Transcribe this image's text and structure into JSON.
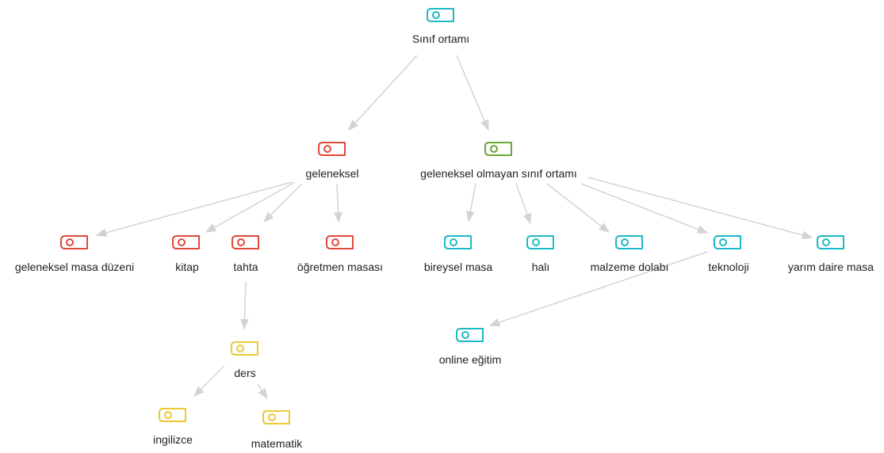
{
  "colors": {
    "edge": "#d3d3d3",
    "red": "#e0493a",
    "green": "#6aa632",
    "cyan": "#1cb9c8",
    "yellow": "#eac932",
    "text": "#222222"
  },
  "nodes": [
    {
      "id": "sinif-ortami",
      "label": "Sınıf ortamı",
      "color": "cyan",
      "icon": "tag-icon"
    },
    {
      "id": "geleneksel",
      "label": "geleneksel",
      "color": "red",
      "icon": "tag-icon"
    },
    {
      "id": "geleneksel-olmayan",
      "label": "geleneksel olmayan sınıf ortamı",
      "color": "green",
      "icon": "tag-icon"
    },
    {
      "id": "geleneksel-masa-duzeni",
      "label": "geleneksel masa düzeni",
      "color": "red",
      "icon": "tag-icon"
    },
    {
      "id": "kitap",
      "label": "kitap",
      "color": "red",
      "icon": "tag-icon"
    },
    {
      "id": "tahta",
      "label": "tahta",
      "color": "red",
      "icon": "tag-icon"
    },
    {
      "id": "ogretmen-masasi",
      "label": "öğretmen masası",
      "color": "red",
      "icon": "tag-icon"
    },
    {
      "id": "bireysel-masa",
      "label": "bireysel masa",
      "color": "cyan",
      "icon": "tag-icon"
    },
    {
      "id": "hali",
      "label": "halı",
      "color": "cyan",
      "icon": "tag-icon"
    },
    {
      "id": "malzeme-dolabi",
      "label": "malzeme dolabı",
      "color": "cyan",
      "icon": "tag-icon"
    },
    {
      "id": "teknoloji",
      "label": "teknoloji",
      "color": "cyan",
      "icon": "tag-icon"
    },
    {
      "id": "yarim-daire-masa",
      "label": "yarım daire masa",
      "color": "cyan",
      "icon": "tag-icon"
    },
    {
      "id": "ders",
      "label": "ders",
      "color": "yellow",
      "icon": "tag-icon"
    },
    {
      "id": "online-egitim",
      "label": "online eğitim",
      "color": "cyan",
      "icon": "tag-icon"
    },
    {
      "id": "ingilizce",
      "label": "ingilizce",
      "color": "yellow",
      "icon": "tag-icon"
    },
    {
      "id": "matematik",
      "label": "matematik",
      "color": "yellow",
      "icon": "tag-icon"
    }
  ],
  "edges": [
    {
      "from": "sinif-ortami",
      "to": "geleneksel"
    },
    {
      "from": "sinif-ortami",
      "to": "geleneksel-olmayan"
    },
    {
      "from": "geleneksel",
      "to": "geleneksel-masa-duzeni"
    },
    {
      "from": "geleneksel",
      "to": "kitap"
    },
    {
      "from": "geleneksel",
      "to": "tahta"
    },
    {
      "from": "geleneksel",
      "to": "ogretmen-masasi"
    },
    {
      "from": "geleneksel-olmayan",
      "to": "bireysel-masa"
    },
    {
      "from": "geleneksel-olmayan",
      "to": "hali"
    },
    {
      "from": "geleneksel-olmayan",
      "to": "malzeme-dolabi"
    },
    {
      "from": "geleneksel-olmayan",
      "to": "teknoloji"
    },
    {
      "from": "geleneksel-olmayan",
      "to": "yarim-daire-masa"
    },
    {
      "from": "tahta",
      "to": "ders"
    },
    {
      "from": "teknoloji",
      "to": "online-egitim"
    },
    {
      "from": "ders",
      "to": "ingilizce"
    },
    {
      "from": "ders",
      "to": "matematik"
    }
  ]
}
